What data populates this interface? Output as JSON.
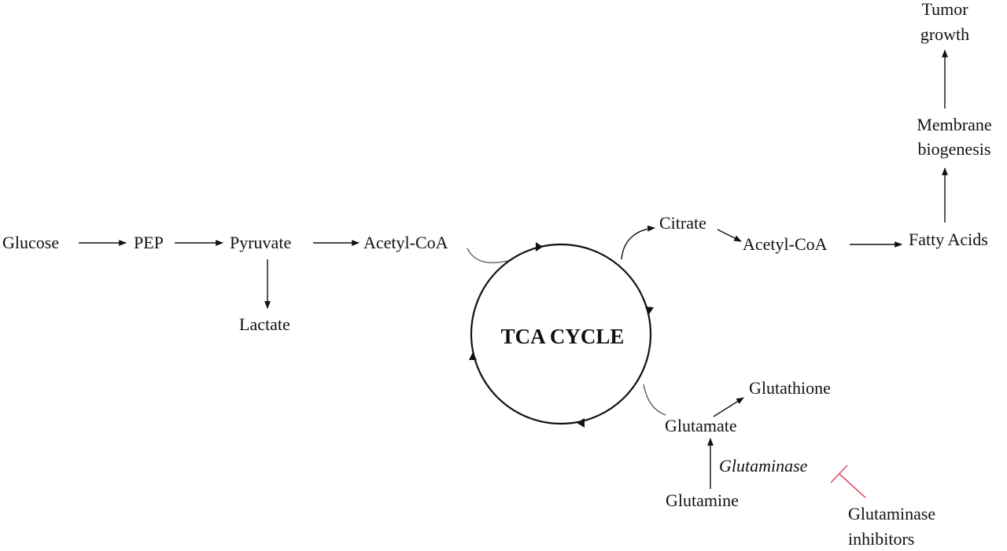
{
  "diagram": {
    "nodes": {
      "glucose": "Glucose",
      "pep": "PEP",
      "pyruvate": "Pyruvate",
      "acetyl_coa_left": "Acetyl-CoA",
      "lactate": "Lactate",
      "tca_cycle": "TCA CYCLE",
      "citrate": "Citrate",
      "acetyl_coa_right": "Acetyl-CoA",
      "fatty_acids": "Fatty Acids",
      "membrane_line1": "Membrane",
      "membrane_line2": "biogenesis",
      "tumor_line1": "Tumor",
      "tumor_line2": "growth",
      "glutathione": "Glutathione",
      "glutamate": "Glutamate",
      "glutaminase": "Glutaminase",
      "glutamine": "Glutamine",
      "inhibitors_line1": "Glutaminase",
      "inhibitors_line2": "inhibitors"
    },
    "colors": {
      "ink": "#111111",
      "inhibition": "#e0526a",
      "connector": "#555555"
    }
  }
}
